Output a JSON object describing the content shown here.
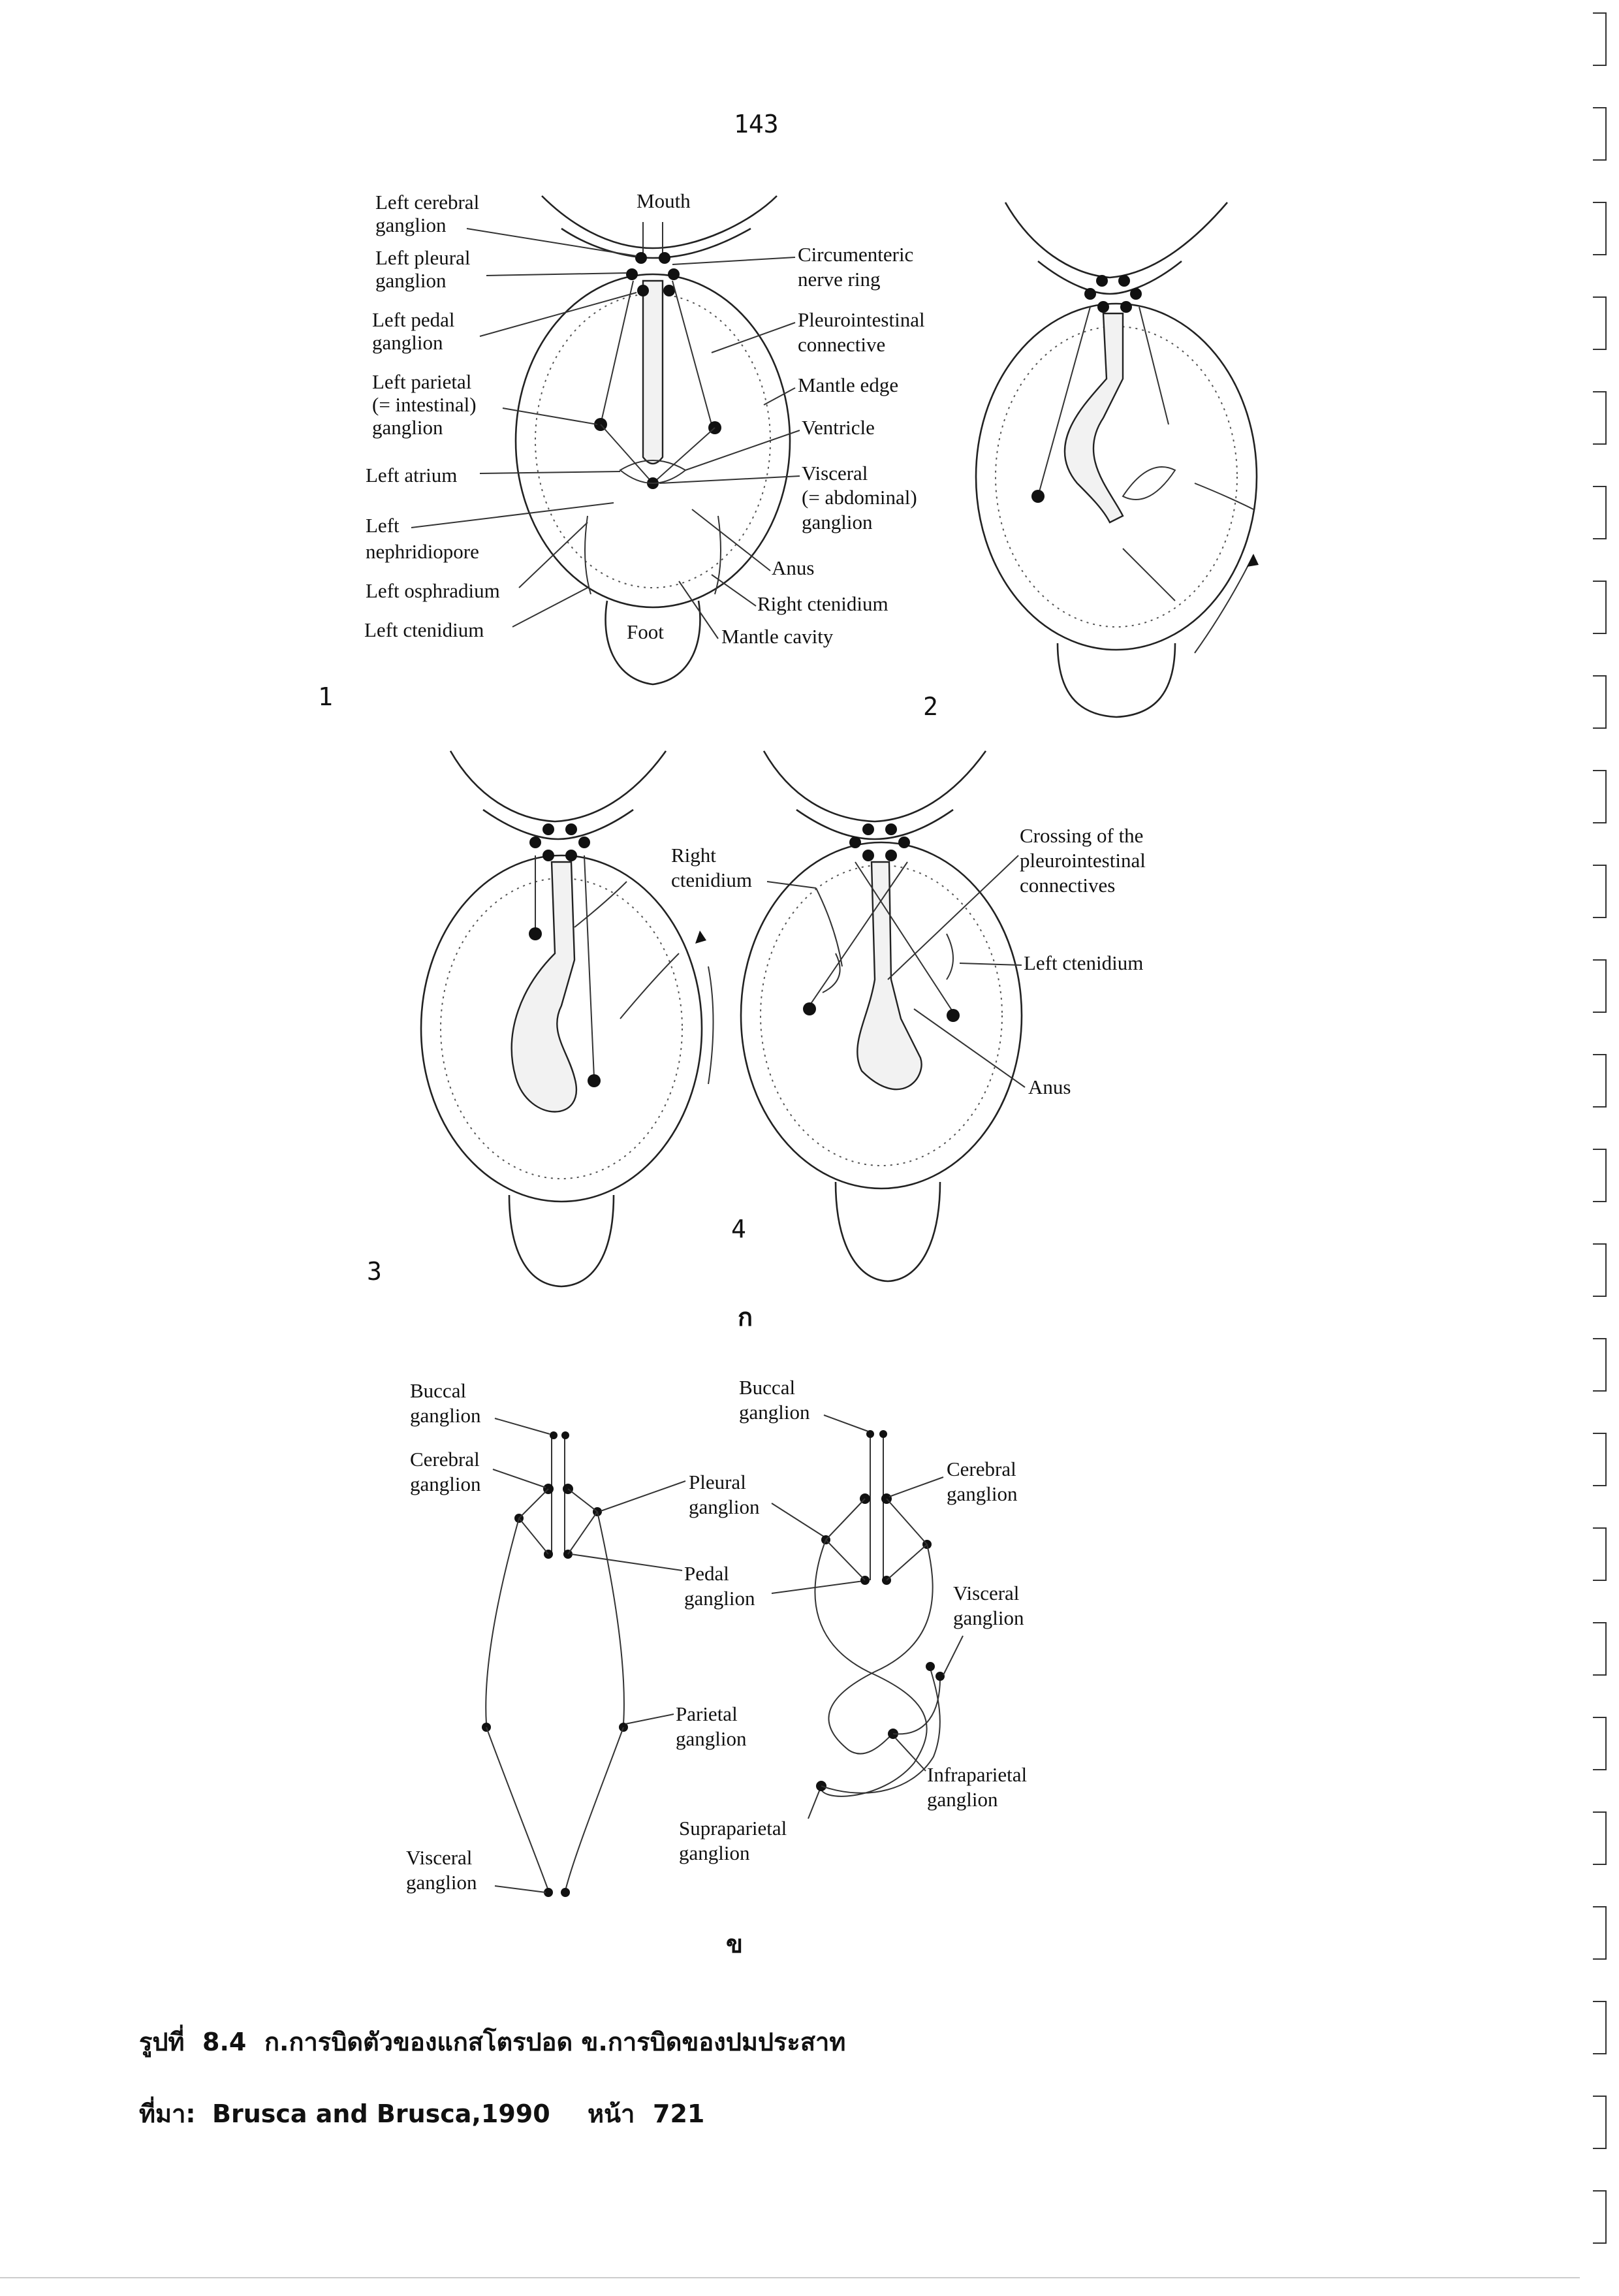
{
  "page_number": "143",
  "figure_a": {
    "panel_numbers": [
      "1",
      "2",
      "3",
      "4"
    ],
    "panel1_labels": {
      "left_cerebral": [
        "Left cerebral",
        "ganglion"
      ],
      "left_pleural": [
        "Left pleural",
        "ganglion"
      ],
      "left_pedal": [
        "Left pedal",
        "ganglion"
      ],
      "left_parietal": [
        "Left parietal",
        "(= intestinal)",
        "ganglion"
      ],
      "left_atrium": "Left atrium",
      "left_nephridiopore": [
        "Left",
        "nephridiopore"
      ],
      "left_osphradium": "Left osphradium",
      "left_ctenidium": "Left ctenidium",
      "foot": "Foot",
      "mouth": "Mouth",
      "circumenteric": [
        "Circumenteric",
        "nerve ring"
      ],
      "pleurointestinal": [
        "Pleurointestinal",
        "connective"
      ],
      "mantle_edge": "Mantle edge",
      "ventricle": "Ventricle",
      "visceral": [
        "Visceral",
        "(= abdominal)",
        "ganglion"
      ],
      "anus": "Anus",
      "right_ctenidium": "Right ctenidium",
      "mantle_cavity": "Mantle cavity"
    },
    "panel3_labels": {
      "right_ctenidium": [
        "Right",
        "ctenidium"
      ]
    },
    "panel4_labels": {
      "crossing": [
        "Crossing of the",
        "pleurointestinal",
        "connectives"
      ],
      "left_ctenidium": "Left ctenidium",
      "anus": "Anus"
    },
    "caption_letter": "ก"
  },
  "figure_b": {
    "left_labels": {
      "buccal": [
        "Buccal",
        "ganglion"
      ],
      "cerebral": [
        "Cerebral",
        "ganglion"
      ],
      "visceral": [
        "Visceral",
        "ganglion"
      ]
    },
    "middle_labels": {
      "pleural": [
        "Pleural",
        "ganglion"
      ],
      "pedal": [
        "Pedal",
        "ganglion"
      ],
      "parietal": [
        "Parietal",
        "ganglion"
      ],
      "supraparietal": [
        "Supraparietal",
        "ganglion"
      ]
    },
    "right_labels": {
      "buccal": [
        "Buccal",
        "ganglion"
      ],
      "cerebral": [
        "Cerebral",
        "ganglion"
      ],
      "visceral": [
        "Visceral",
        "ganglion"
      ],
      "infraparietal": [
        "Infraparietal",
        "ganglion"
      ]
    },
    "caption_letter": "ข"
  },
  "caption": {
    "line1_prefix": "รูปที่",
    "line1_number": "8.4",
    "line1_text": "ก.การบิดตัวของแกสโตรปอด ข.การบิดของปมประสาท",
    "line2_prefix": "ที่มา:",
    "line2_source": "Brusca and Brusca,1990",
    "line2_page_word": "หน้า",
    "line2_page": "721"
  }
}
